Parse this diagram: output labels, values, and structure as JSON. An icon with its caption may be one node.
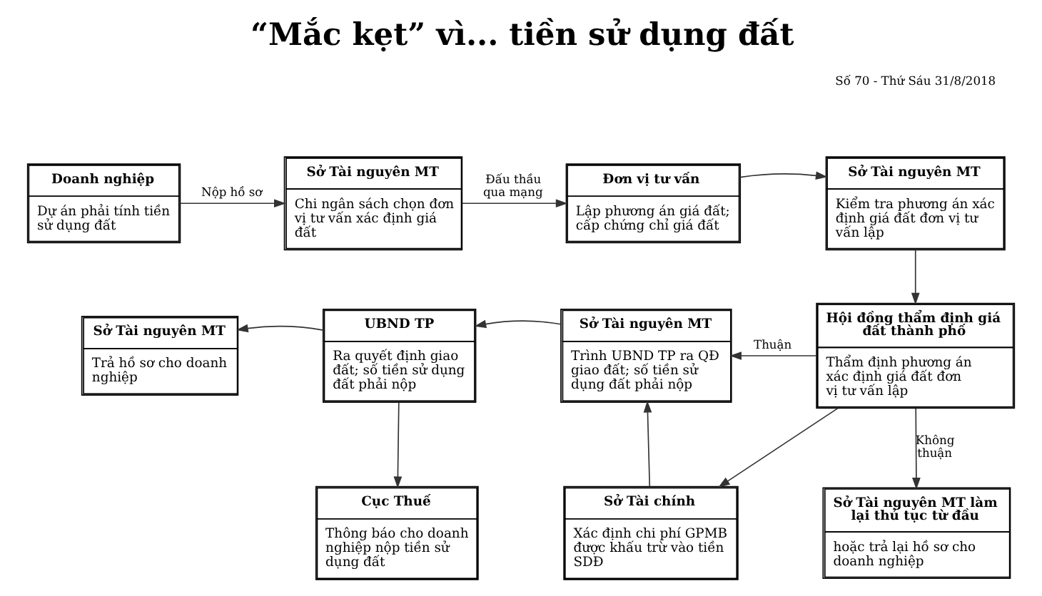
{
  "diagram": {
    "title": "“Mắc kẹt” vì... tiền sử dụng đất",
    "nodes": [
      {
        "text": [
          "Doanh nghiệp",
          "Dự án phải tính tiền sử dụng đất"
        ]
      },
      {
        "text": [
          "Sở Tài nguyên MT",
          "Chi ngân sách chọn đơn vị tư vấn xác định giá đất"
        ]
      },
      {
        "text": [
          "Đơn vị tư vấn",
          "Lập phương án giá đất; cấp chứng chỉ giá đất"
        ]
      },
      {
        "text": [
          "Sở Tài nguyên MT",
          "Kiểm tra phương án xác định giá đất đơn vị tư vấn lập"
        ]
      },
      {
        "text": [
          "Hội đồng thẩm định giá đất thành phố",
          "Thẩm định phương án xác định giá đất đơn vị tư vấn lập"
        ]
      },
      {
        "text": [
          "Sở Tài nguyên MT",
          "Trình UBND TP ra QĐ giao đất; số tiền sử dụng đất phải nộp"
        ]
      },
      {
        "text": [
          "UBND TP",
          "Ra quyết định giao đất; số tiền sử dụng đất phải nộp"
        ]
      },
      {
        "text": [
          "Sở Tài nguyên MT",
          "Trả hồ sơ cho doanh nghiệp"
        ]
      },
      {
        "text": [
          "Cục Thuế",
          "Thông báo cho doanh nghiệp nộp tiền sử dụng đất"
        ]
      },
      {
        "text": [
          "Sở Tài chính",
          "Xác định chi phí GPMB được khấu trừ vào tiền SDĐ"
        ]
      },
      {
        "text": [
          "Sở Tài nguyên MT làm lại thủ tục từ đầu",
          "hoặc trả lại hồ sơ cho doanh nghiệp"
        ]
      }
    ],
    "edges": [
      {
        "from": 0,
        "to": 1,
        "arrow": "to",
        "label": "Nộp hồ sơ"
      },
      {
        "from": 1,
        "to": 2,
        "arrow": "to",
        "label": "Đấu thầu qua mạng"
      },
      {
        "from": 2,
        "to": 3,
        "arrow": "to"
      },
      {
        "from": 3,
        "to": 4,
        "arrow": "to"
      },
      {
        "from": 4,
        "to": 5,
        "arrow": "to",
        "label": "Thuận"
      },
      {
        "from": 4,
        "to": 9,
        "arrow": "to"
      },
      {
        "from": 4,
        "to": 10,
        "arrow": "to",
        "label": "Không thuận"
      },
      {
        "from": 9,
        "to": 5,
        "arrow": "to"
      },
      {
        "from": 5,
        "to": 6,
        "arrow": "to"
      },
      {
        "from": 6,
        "to": 7,
        "arrow": "to"
      },
      {
        "from": 6,
        "to": 8,
        "arrow": "to"
      }
    ],
    "labels": [
      "Số 70 - Thứ Sáu 31/8/2018"
    ]
  }
}
